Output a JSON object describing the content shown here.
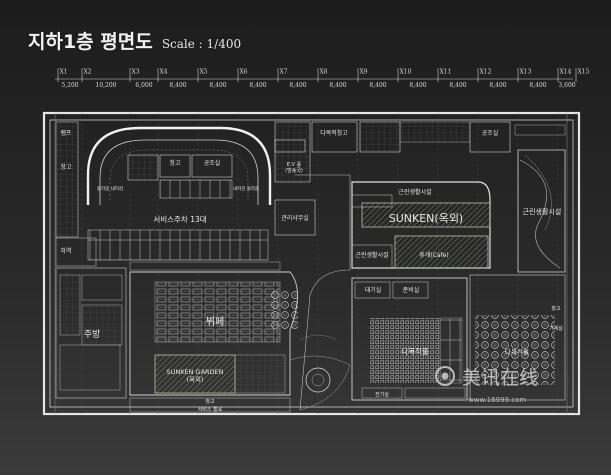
{
  "title": {
    "main": "지하1층 평면도",
    "scale": "Scale : 1/400"
  },
  "axes": {
    "labels": [
      "X1",
      "X2",
      "X3",
      "X4",
      "X5",
      "X6",
      "X7",
      "X8",
      "X9",
      "X10",
      "X11",
      "X12",
      "X13",
      "X14",
      "X15"
    ],
    "spans": [
      "5,200",
      "10,200",
      "6,000",
      "8,400",
      "8,400",
      "8,400",
      "8,400",
      "8,400",
      "8,400",
      "8,400",
      "8,400",
      "8,400",
      "8,400",
      "3,600"
    ]
  },
  "rooms": {
    "ramp": "램프",
    "storage_left": "창고",
    "storage_top": "창고",
    "machine_room": "공조실",
    "ramp_out": "올라옴 내려감",
    "ramp_in": "내려감 올라옴",
    "service_parking": "서비스주차 13대",
    "ev_hall": "E.V 홀\n(방송국)",
    "disaster_storage": "다목적창고",
    "machine_room_right": "공조실",
    "management_office": "관리사무실",
    "amenity_top": "근린생활시설",
    "amenity_left": "근린생활시설",
    "amenity_right": "근린생활시설",
    "sunken": "SUNKEN(옥외)",
    "cafe": "휴게(Cafe)",
    "unloading": "하역",
    "kitchen": "주방",
    "buffet": "뷔페",
    "sunken_garden": "SUNKEN GARDEN\n(옥외)",
    "storage_bottom": "창고",
    "service_corridor": "서비스 통로",
    "waiting_room": "대기실",
    "prep_room": "준비실",
    "multipurpose_hall": "다목적홀",
    "multipurpose_hall_right": "다목적홀",
    "electric_room": "전기실",
    "storage_far_right": "창고",
    "machine_far_right": "기계실"
  },
  "watermark": {
    "brand": "美讯在线",
    "url": "www.16999.com"
  }
}
